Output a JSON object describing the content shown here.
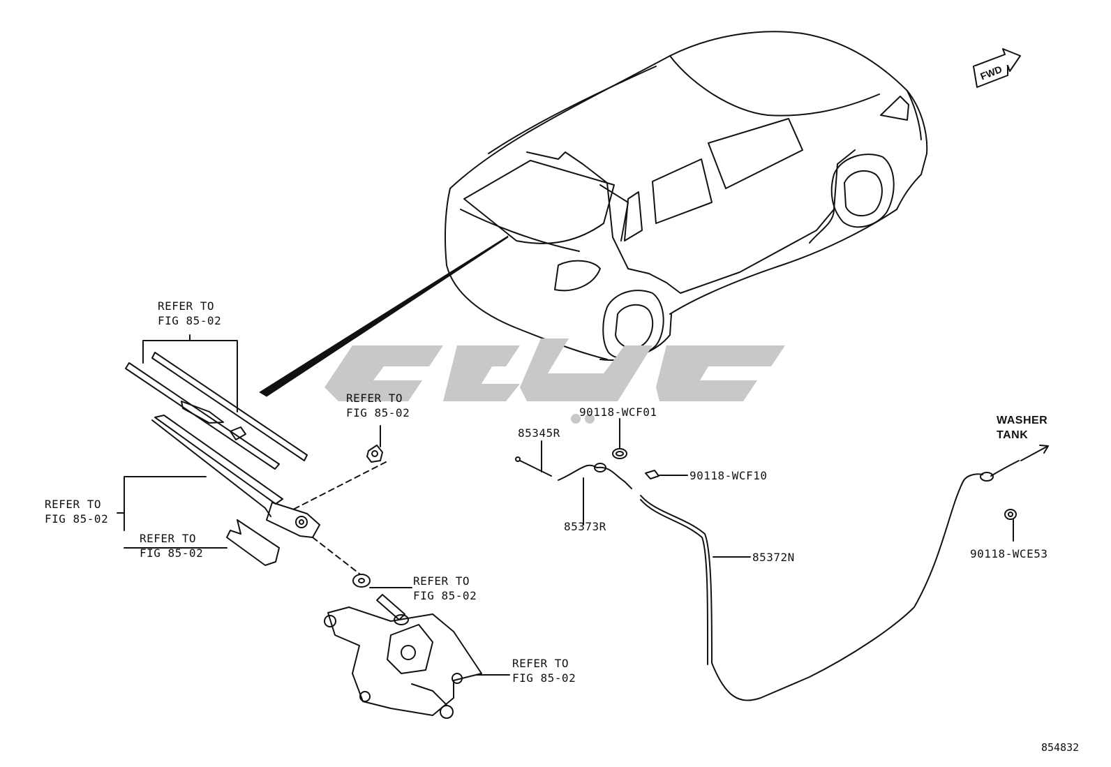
{
  "refer_label": {
    "line1": "REFER TO",
    "line2": "FIG 85-02"
  },
  "parts": {
    "p85345R": "85345R",
    "p85373R": "85373R",
    "p85372N": "85372N",
    "p90118_WCF01": "90118-WCF01",
    "p90118_WCF10": "90118-WCF10",
    "p90118_WCE53": "90118-WCE53"
  },
  "washer_tank": {
    "line1": "WASHER",
    "line2": "TANK"
  },
  "fwd_badge": "FWD",
  "figure_id": "854832",
  "colors": {
    "line": "#111111",
    "watermark": "#c8c8c8",
    "background": "#ffffff"
  }
}
